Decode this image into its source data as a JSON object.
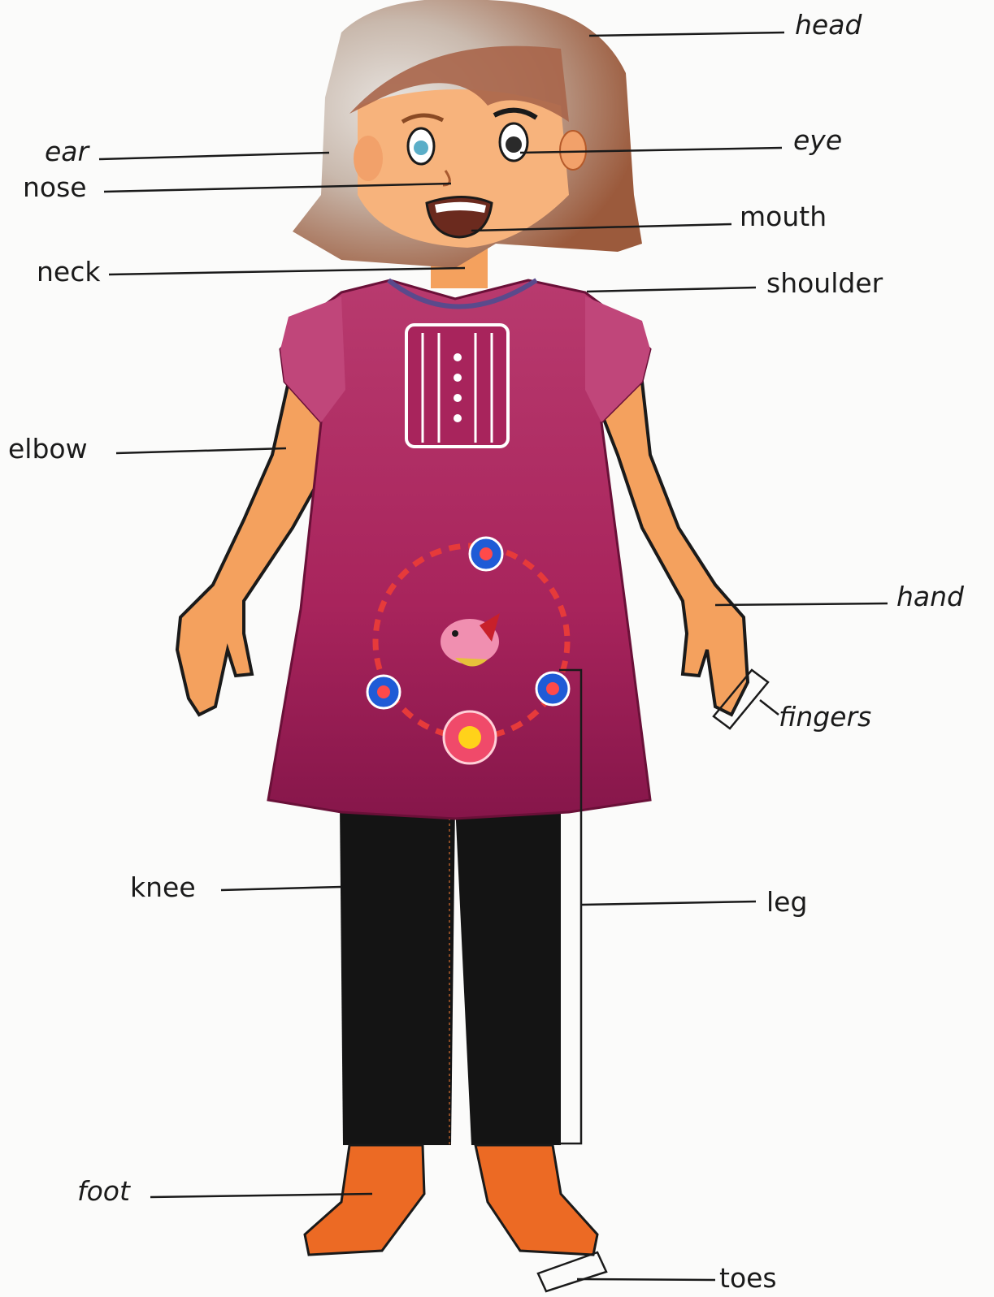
{
  "labels": {
    "head": "head",
    "ear": "ear",
    "nose": "nose",
    "eye": "eye",
    "mouth": "mouth",
    "neck": "neck",
    "shoulder": "shoulder",
    "elbow": "elbow",
    "hand": "hand",
    "fingers": "fingers",
    "knee": "knee",
    "leg": "leg",
    "foot": "foot",
    "toes": "toes"
  },
  "colors": {
    "background": "#fbfbfa",
    "hair": "#9b5a3c",
    "skin": "#f4a15e",
    "dress": "#a8245c",
    "trousers": "#141414",
    "feet": "#ec6a24",
    "line": "#1a1a1a"
  }
}
